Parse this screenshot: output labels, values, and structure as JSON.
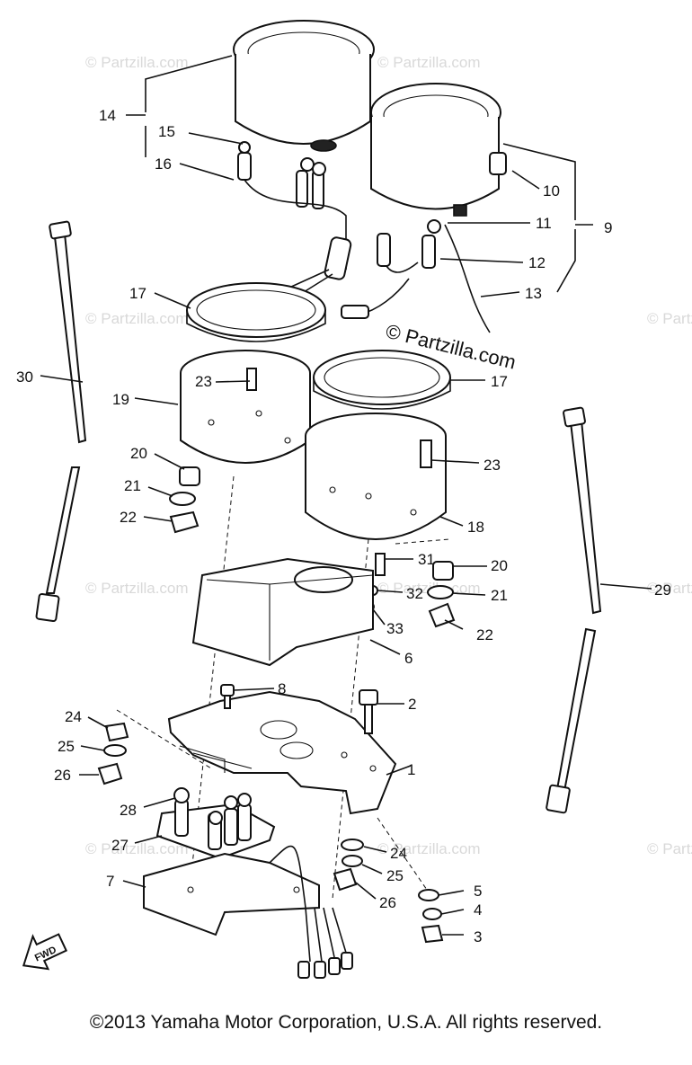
{
  "watermark": "© Partzilla.com",
  "brand_mark": "© Partzilla.com",
  "fwd_label": "FWD",
  "copyright": "©2013  Yamaha Motor Corporation, U.S.A. All rights reserved.",
  "callouts": [
    "1",
    "2",
    "3",
    "4",
    "5",
    "6",
    "7",
    "8",
    "9",
    "10",
    "11",
    "12",
    "13",
    "14",
    "15",
    "16",
    "17",
    "17",
    "18",
    "19",
    "20",
    "20",
    "21",
    "21",
    "22",
    "22",
    "23",
    "23",
    "24",
    "24",
    "25",
    "25",
    "26",
    "26",
    "27",
    "28",
    "29",
    "30",
    "31",
    "32",
    "33"
  ]
}
